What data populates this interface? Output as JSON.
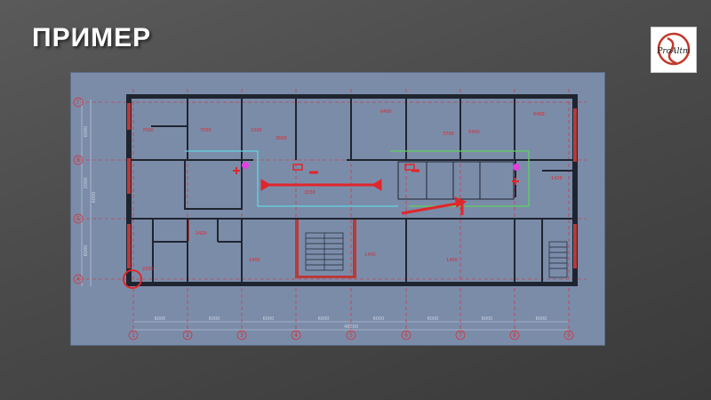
{
  "slide": {
    "title": "ПРИМЕР"
  },
  "logo": {
    "text": "ProAltm",
    "colors": {
      "accent": "#c0392b",
      "text": "#222222"
    }
  },
  "plan": {
    "colors": {
      "background": "#7b8ca9",
      "wall": "#1f2530",
      "red": "#e0262a",
      "cyan": "#5fd6e0",
      "green": "#5fd05f",
      "magenta": "#e040e0"
    },
    "axis_columns": [
      "1",
      "2",
      "3",
      "4",
      "5",
      "6",
      "7",
      "8",
      "9"
    ],
    "axis_rows": [
      "Г",
      "В",
      "Б",
      "А"
    ],
    "dims_bottom": [
      "6000",
      "6000",
      "6000",
      "6000",
      "6000",
      "6000",
      "6000",
      "6000"
    ],
    "dims_total": "48000",
    "dims_left": [
      "6000",
      "2000",
      "6000",
      "6000"
    ],
    "room_labels": {
      "r1": "7000",
      "r2": "7000",
      "r3": "1000",
      "r4": "3600",
      "r5": "6400",
      "r6": "3700",
      "r7": "5400",
      "r8": "6400",
      "r9": "1420",
      "r10": "1400",
      "r11": "1400",
      "r12": "1400",
      "r13": "2200",
      "r14": "1420",
      "corridor": "3330"
    }
  }
}
